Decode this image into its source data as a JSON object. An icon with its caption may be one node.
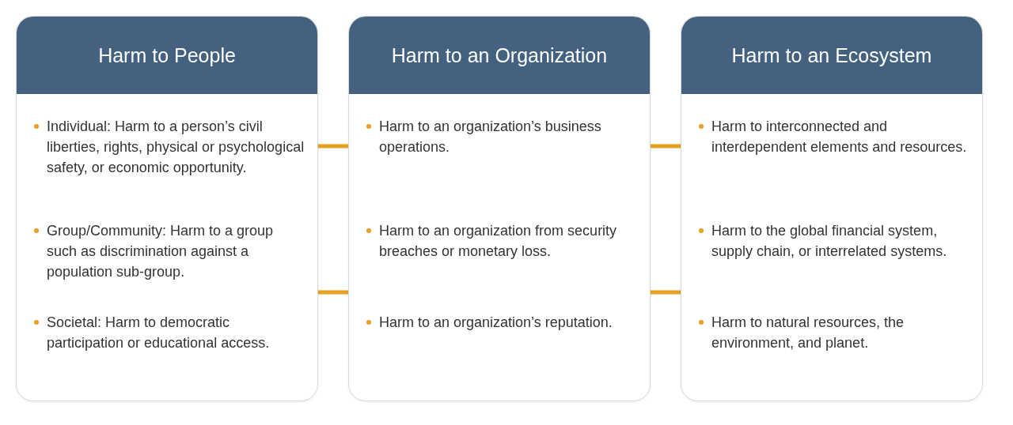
{
  "diagram": {
    "nodes": [
      {
        "text": [
          "Harm to People",
          "Individual: Harm to a person’s civil liberties, rights, physical or psychological safety, or economic opportunity.",
          "Group/Community: Harm to a group such as discrimination against a population sub-group.",
          "Societal: Harm to democratic participation or educational access."
        ]
      },
      {
        "text": [
          "Harm to an Organization",
          "Harm to an organization’s business operations.",
          "Harm to an organization from security breaches or monetary loss.",
          "Harm to an organization’s reputation."
        ]
      },
      {
        "text": [
          "Harm to an Ecosystem",
          "Harm to interconnected and interdependent elements and resources.",
          "Harm to the global financial system, supply chain, or interrelated systems.",
          "Harm to natural resources, the environment, and planet."
        ]
      }
    ],
    "edges": [
      {
        "from": 0,
        "to": 1,
        "arrow": "none"
      },
      {
        "from": 0,
        "to": 1,
        "arrow": "none"
      },
      {
        "from": 1,
        "to": 2,
        "arrow": "none"
      },
      {
        "from": 1,
        "to": 2,
        "arrow": "none"
      }
    ]
  }
}
